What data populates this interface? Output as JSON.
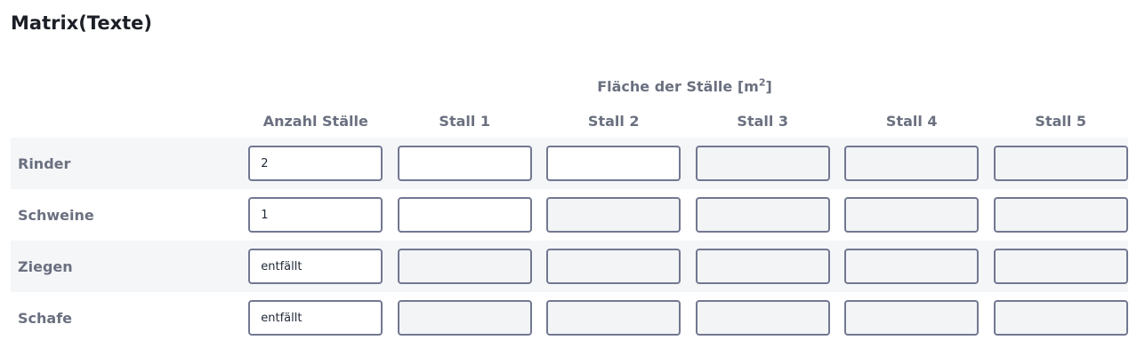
{
  "title": "Matrix(Texte)",
  "group_header": {
    "text": "Fläche der Ställe [m",
    "sup": "2",
    "close": "]"
  },
  "columns": [
    "Anzahl Ställe",
    "Stall 1",
    "Stall 2",
    "Stall 3",
    "Stall 4",
    "Stall 5"
  ],
  "rows": [
    {
      "label": "Rinder",
      "values": [
        "2",
        "",
        "",
        "",
        "",
        ""
      ],
      "enabled": [
        true,
        true,
        true,
        false,
        false,
        false
      ]
    },
    {
      "label": "Schweine",
      "values": [
        "1",
        "",
        "",
        "",
        "",
        ""
      ],
      "enabled": [
        true,
        true,
        false,
        false,
        false,
        false
      ]
    },
    {
      "label": "Ziegen",
      "values": [
        "entfällt",
        "",
        "",
        "",
        "",
        ""
      ],
      "enabled": [
        true,
        false,
        false,
        false,
        false,
        false
      ]
    },
    {
      "label": "Schafe",
      "values": [
        "entfällt",
        "",
        "",
        "",
        "",
        ""
      ],
      "enabled": [
        true,
        false,
        false,
        false,
        false,
        false
      ]
    }
  ]
}
